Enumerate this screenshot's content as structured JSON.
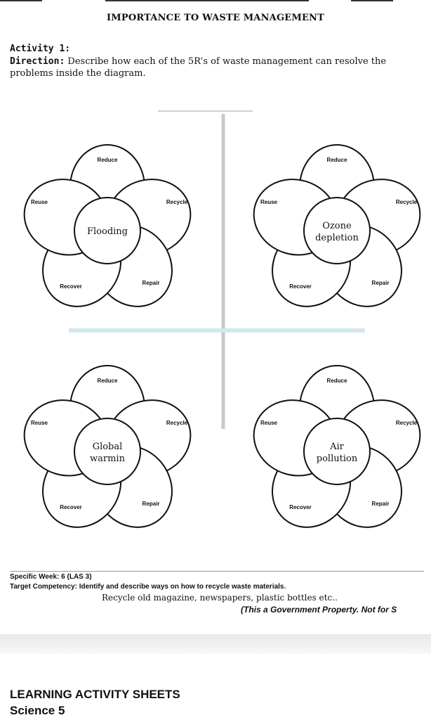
{
  "header": {
    "title": "IMPORTANCE TO WASTE MANAGEMENT"
  },
  "activity": {
    "label": "Activity 1:",
    "direction_label": "Direction:",
    "direction_text": "Describe how each of the 5R’s of waste management can resolve the problems inside the diagram."
  },
  "petal_labels": {
    "top": "Reduce",
    "right": "Recycle",
    "lower_right": "Repair",
    "lower_left": "Recover",
    "left": "Reuse"
  },
  "flowers": [
    {
      "center_lines": [
        "Flooding"
      ]
    },
    {
      "center_lines": [
        "Ozone",
        "depletion"
      ]
    },
    {
      "center_lines": [
        "Global",
        "warmin"
      ]
    },
    {
      "center_lines": [
        "Air",
        "pollution"
      ]
    }
  ],
  "footer": {
    "week": "Specific Week: 6 (LAS 3)",
    "competency": "Target Competency: Identify and describe ways on how to recycle waste materials.",
    "answer": "Recycle old magazine, newspapers, plastic bottles etc..",
    "government": "(This a Government Property. Not for S",
    "las_title": "LEARNING ACTIVITY SHEETS",
    "subject": "Science 5"
  }
}
